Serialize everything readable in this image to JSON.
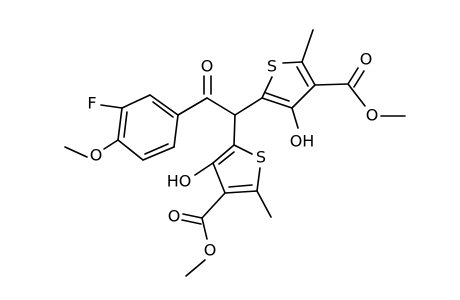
{
  "molecule": {
    "atom_labels": {
      "fluorine": "F",
      "methoxy_oxygen": "O",
      "ketone_oxygen": "O",
      "sulfur_upper": "S",
      "hydroxyl_upper": "OH",
      "ester_carbonyl_o_upper": "O",
      "ester_ether_o_upper": "O",
      "sulfur_lower": "S",
      "hydroxyl_lower": "HO",
      "ester_carbonyl_o_lower": "O",
      "ester_ether_o_lower": "O"
    },
    "colors": {
      "bond": "#000000",
      "label": "#000000",
      "background": "#ffffff"
    }
  }
}
